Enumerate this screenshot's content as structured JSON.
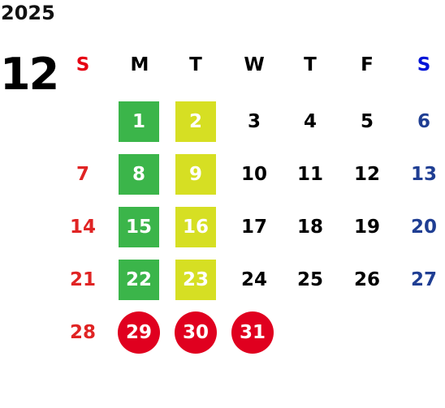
{
  "year": "2025",
  "month": "12",
  "weekdays": [
    {
      "label": "S",
      "color": "#e60012"
    },
    {
      "label": "M",
      "color": "#000000"
    },
    {
      "label": "T",
      "color": "#000000"
    },
    {
      "label": "W",
      "color": "#000000"
    },
    {
      "label": "T",
      "color": "#000000"
    },
    {
      "label": "F",
      "color": "#000000"
    },
    {
      "label": "S",
      "color": "#0014d8"
    }
  ],
  "weeks": [
    [
      "",
      "1",
      "2",
      "3",
      "4",
      "5",
      "6"
    ],
    [
      "7",
      "8",
      "9",
      "10",
      "11",
      "12",
      "13"
    ],
    [
      "14",
      "15",
      "16",
      "17",
      "18",
      "19",
      "20"
    ],
    [
      "21",
      "22",
      "23",
      "24",
      "25",
      "26",
      "27"
    ],
    [
      "28",
      "29",
      "30",
      "31",
      "",
      "",
      ""
    ]
  ],
  "colors": {
    "sunday": "#e02424",
    "saturday": "#1f3e93",
    "green_highlight": "#3bb54a",
    "yellow_highlight": "#d6df23",
    "red_highlight": "#e0001f"
  }
}
